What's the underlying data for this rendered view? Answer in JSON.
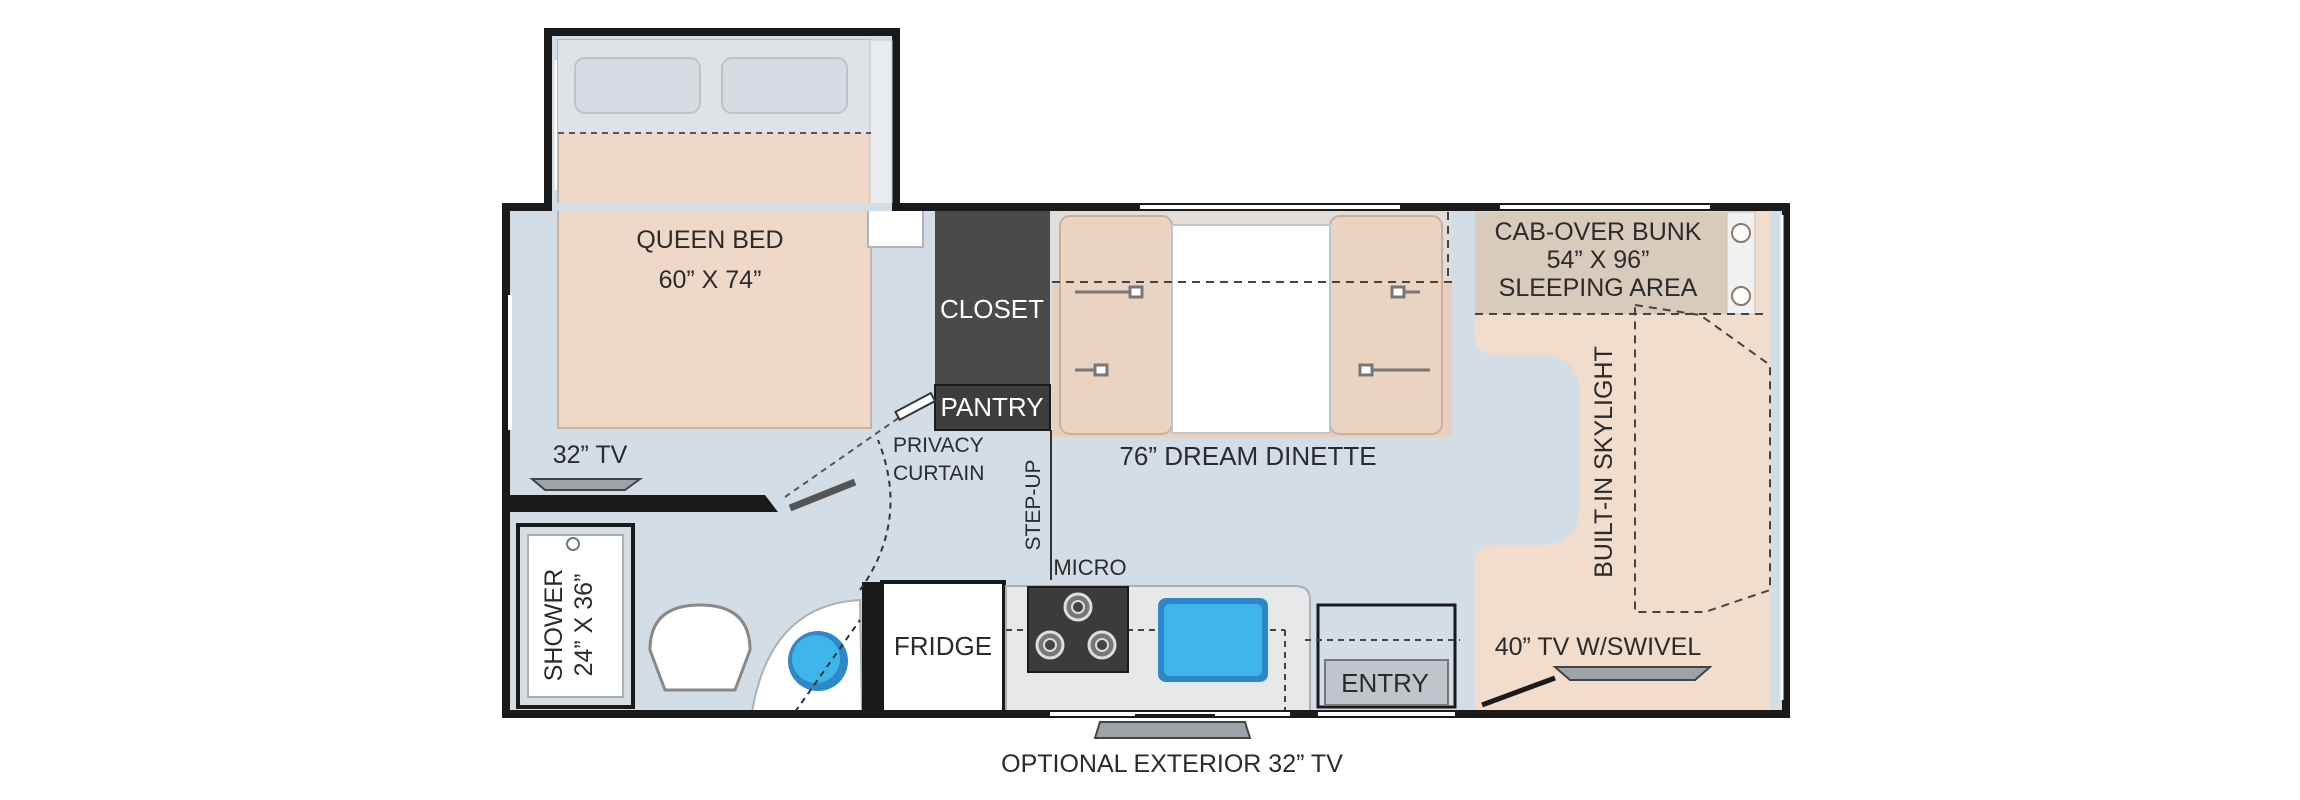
{
  "labels": {
    "queen_bed_title": "QUEEN BED",
    "queen_bed_size": "60” X 74”",
    "closet": "CLOSET",
    "pantry": "PANTRY",
    "cab_over_title": "CAB-OVER BUNK",
    "cab_over_size": "54” X 96”",
    "cab_over_area": "SLEEPING AREA",
    "tv_bedroom": "32” TV",
    "privacy_1": "PRIVACY",
    "privacy_2": "CURTAIN",
    "dinette": "76” DREAM DINETTE",
    "step_up": "STEP-UP",
    "skylight": "BUILT-IN SKYLIGHT",
    "micro": "MICRO",
    "shower_title": "SHOWER",
    "shower_size": "24” X 36”",
    "fridge": "FRIDGE",
    "entry": "ENTRY",
    "tv_swivel": "40” TV W/SWIVEL",
    "tv_exterior": "OPTIONAL EXTERIOR 32” TV"
  },
  "colors": {
    "wall": "#1a1a1a",
    "floor": "#d3dde5",
    "bed_fabric": "#efd8c8",
    "dinette_seat": "#e9cfbd",
    "cab_bunk": "#d9cbbb",
    "cab_floor": "#f2dccb",
    "closet": "#4a4a4a",
    "pantry": "#3d3d3d",
    "sink_water": "#3fb6ea",
    "pillow": "#dfe3e7"
  }
}
